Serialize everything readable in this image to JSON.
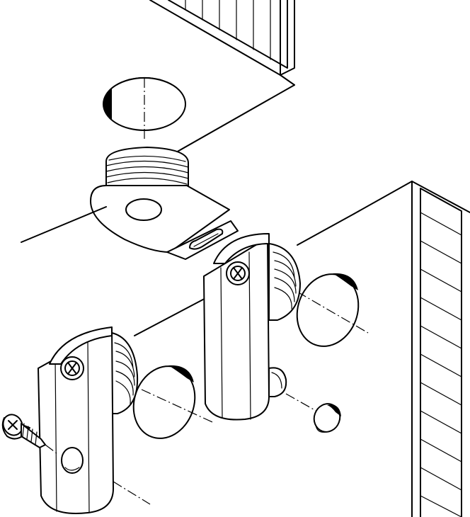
{
  "drawing": {
    "line_color": "#000000",
    "background": "#ffffff",
    "parts": [
      "top-panel",
      "side-panel",
      "bottom-board",
      "shelf-support-top",
      "shelf-support-left",
      "shelf-support-right",
      "wood-screw",
      "cover-cap",
      "drill-hole-top",
      "drill-hole-left",
      "drill-hole-right"
    ]
  }
}
